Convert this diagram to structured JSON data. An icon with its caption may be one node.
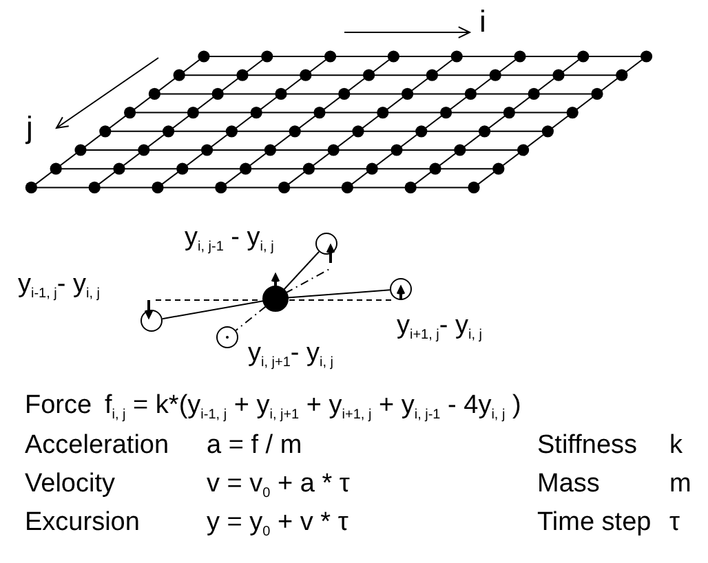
{
  "diagram": {
    "nodes": [
      {
        "text": [],
        "shape": "circle",
        "beside": [
          "y$_{i, j-1}$ - y$_{i, j}$"
        ]
      },
      {
        "text": [],
        "shape": "circle",
        "beside": [
          "y$_{i-1, j}$- y$_{i, j}$"
        ]
      },
      {
        "text": [],
        "shape": "circle"
      },
      {
        "text": [],
        "shape": "circle",
        "beside": [
          "y$_{i+1, j}$- y$_{i, j}$"
        ]
      },
      {
        "text": [],
        "shape": "circle",
        "beside": [
          "y$_{i, j+1}$- y$_{i, j}$"
        ]
      }
    ],
    "edges": [
      {
        "from": 2,
        "to": 0,
        "arrow": "none"
      },
      {
        "from": 2,
        "to": 1,
        "arrow": "none"
      },
      {
        "from": 2,
        "to": 3,
        "arrow": "none"
      },
      {
        "from": 2,
        "to": 4,
        "arrow": "none",
        "style": "dashed"
      }
    ],
    "labels": [
      "i",
      "j",
      "Force",
      "f$_{i, j}$ = k*(y$_{i-1, j}$ + y$_{i, j+1}$ + y$_{i+1, j}$ + y$_{i, j-1}$ - 4y$_{i, j}$ )",
      "Acceleration",
      "a = f / m",
      "Stiffness",
      "k",
      "Velocity",
      "v = v$_{0}$ + a * τ",
      "Mass",
      "m",
      "Excursion",
      "y = y$_{0}$ + v * τ",
      "Time step",
      "τ"
    ]
  }
}
